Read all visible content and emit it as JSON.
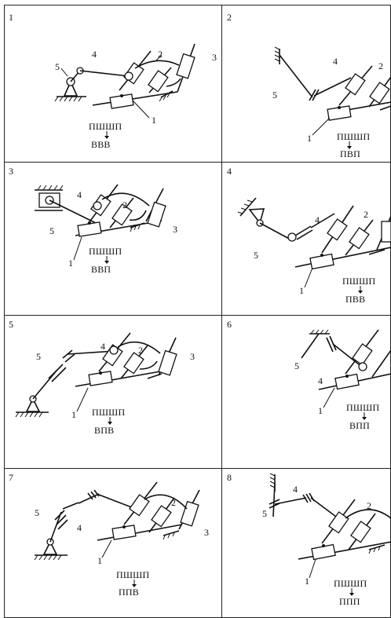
{
  "panels": [
    {
      "number": "1",
      "labels": [
        "1",
        "2",
        "3",
        "4",
        "5"
      ],
      "code_top": "ПШШП",
      "code_bottom": "ВВВ"
    },
    {
      "number": "2",
      "labels": [
        "1",
        "2",
        "4",
        "5"
      ],
      "code_top": "ПШШП",
      "code_bottom": "ПВП"
    },
    {
      "number": "3",
      "labels": [
        "1",
        "2",
        "3",
        "4",
        "5"
      ],
      "code_top": "ПШШП",
      "code_bottom": "ВВП"
    },
    {
      "number": "4",
      "labels": [
        "1",
        "2",
        "4",
        "5"
      ],
      "code_top": "ПШШП",
      "code_bottom": "ПВВ"
    },
    {
      "number": "5",
      "labels": [
        "1",
        "2",
        "3",
        "4",
        "5"
      ],
      "code_top": "ПШШП",
      "code_bottom": "ВПВ"
    },
    {
      "number": "6",
      "labels": [
        "1",
        "4",
        "5"
      ],
      "code_top": "ПШШП",
      "code_bottom": "ВПП"
    },
    {
      "number": "7",
      "labels": [
        "1",
        "2",
        "3",
        "4",
        "5"
      ],
      "code_top": "ПШШП",
      "code_bottom": "ППВ"
    },
    {
      "number": "8",
      "labels": [
        "1",
        "2",
        "4",
        "5"
      ],
      "code_top": "ПШШП",
      "code_bottom": "ППП"
    }
  ]
}
